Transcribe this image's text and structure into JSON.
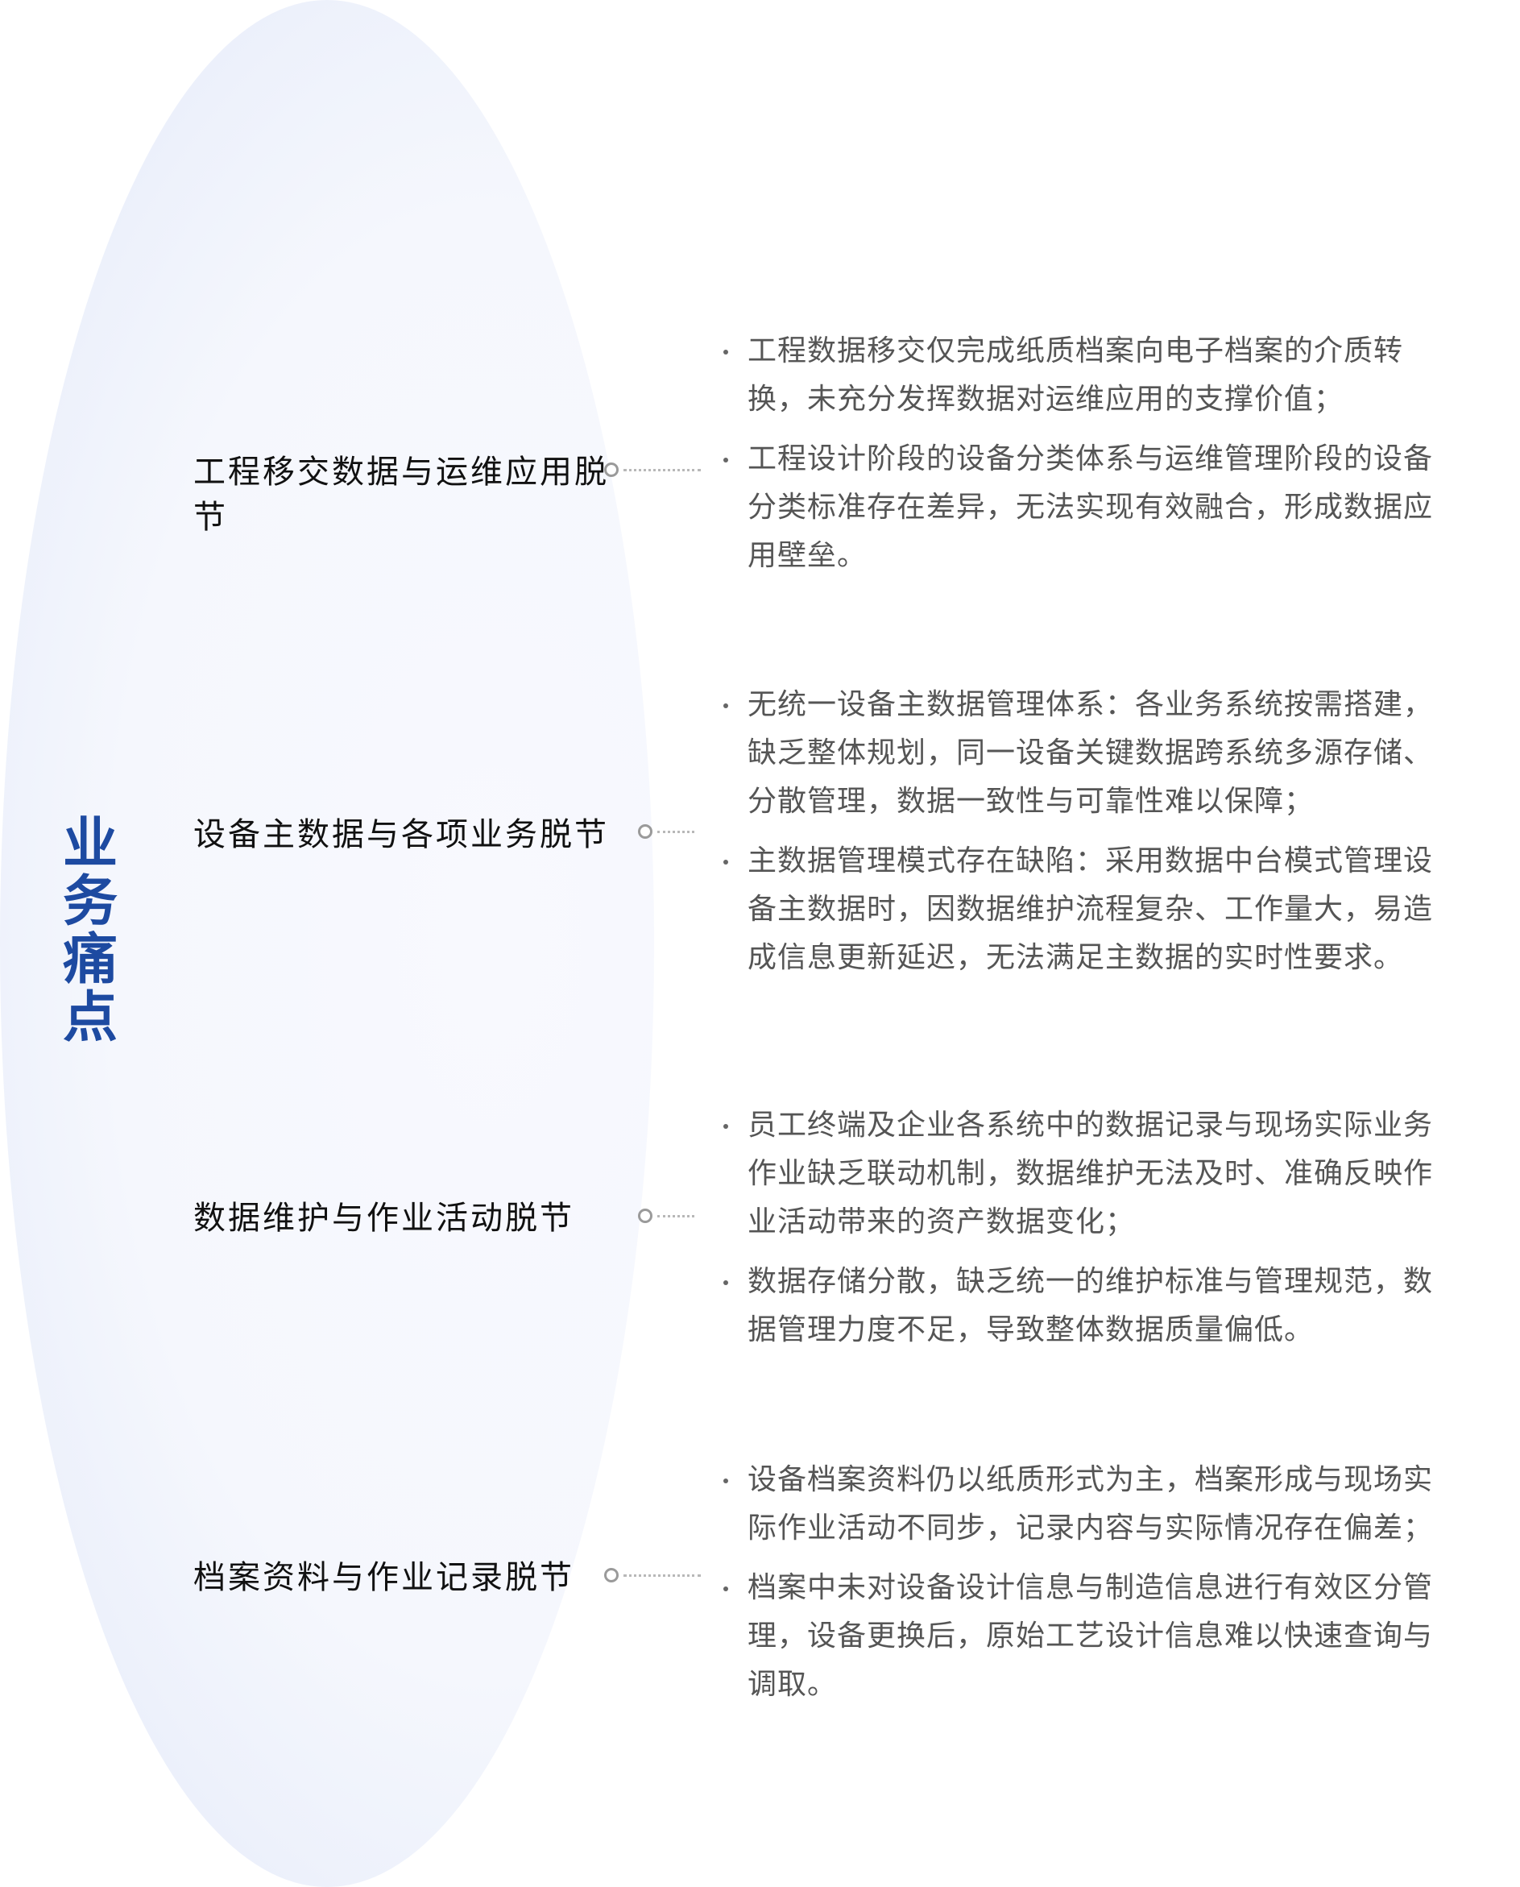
{
  "title": "业务痛点",
  "sections": [
    {
      "title": "工程移交数据与运维应用脱节",
      "points": [
        "工程数据移交仅完成纸质档案向电子档案的介质转换，未充分发挥数据对运维应用的支撑价值；",
        "工程设计阶段的设备分类体系与运维管理阶段的设备分类标准存在差异，无法实现有效融合，形成数据应用壁垒。"
      ]
    },
    {
      "title": "设备主数据与各项业务脱节",
      "points": [
        "无统一设备主数据管理体系：各业务系统按需搭建，缺乏整体规划，同一设备关键数据跨系统多源存储、分散管理，数据一致性与可靠性难以保障；",
        "主数据管理模式存在缺陷：采用数据中台模式管理设备主数据时，因数据维护流程复杂、工作量大，易造成信息更新延迟，无法满足主数据的实时性要求。"
      ]
    },
    {
      "title": "数据维护与作业活动脱节",
      "points": [
        "员工终端及企业各系统中的数据记录与现场实际业务作业缺乏联动机制，数据维护无法及时、准确反映作业活动带来的资产数据变化；",
        "数据存储分散，缺乏统一的维护标准与管理规范，数据管理力度不足，导致整体数据质量偏低。"
      ]
    },
    {
      "title": "档案资料与作业记录脱节",
      "points": [
        "设备档案资料仍以纸质形式为主，档案形成与现场实际作业活动不同步，记录内容与实际情况存在偏差；",
        "档案中未对设备设计信息与制造信息进行有效区分管理，设备更换后，原始工艺设计信息难以快速查询与调取。"
      ]
    }
  ]
}
